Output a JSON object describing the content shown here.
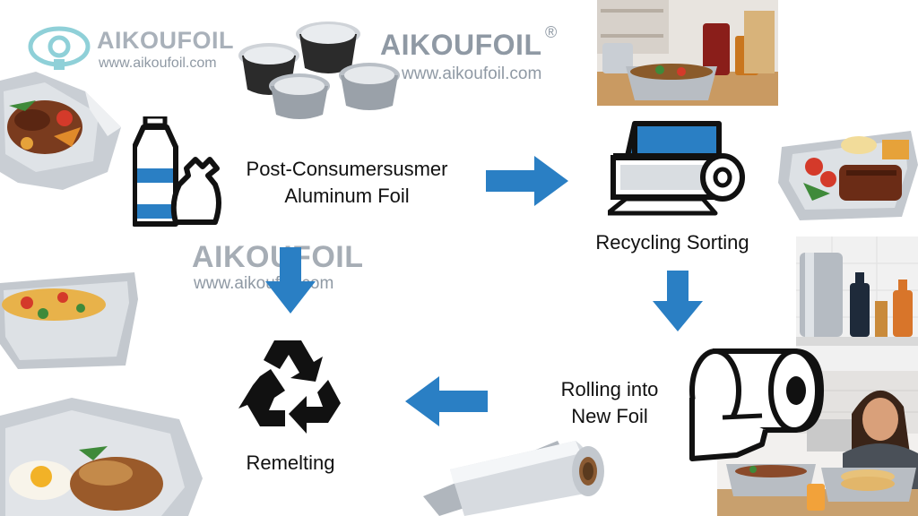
{
  "watermarks": [
    {
      "brand": "AIKOUFOIL",
      "url": "www.aikoufoil.com"
    },
    {
      "brand": "AIKOUFOIL",
      "registered": "®",
      "url": "www.aikoufoil.com"
    },
    {
      "brand": "AIKOUFOIL",
      "url": "www.aikoufoil.com"
    }
  ],
  "steps": {
    "post_consumer": [
      "Post-Consumersusmer",
      "Aluminum Foil"
    ],
    "sorting": "Recycling Sorting",
    "rolling": [
      "Rolling into",
      "New Foil"
    ],
    "remelting": "Remelting"
  },
  "colors": {
    "arrow": "#2a7fc4",
    "icon_accent": "#2a7fc4",
    "ink": "#111111",
    "watermark": "#8f99a4"
  }
}
